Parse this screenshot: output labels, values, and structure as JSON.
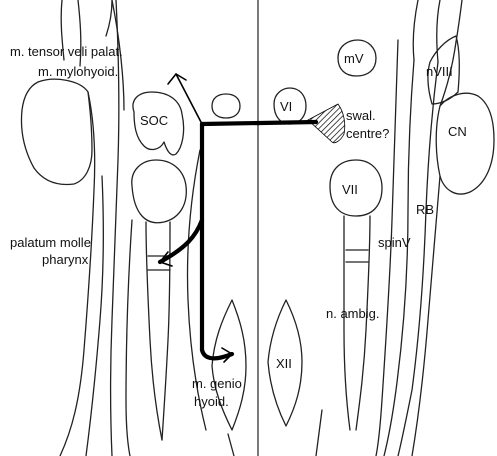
{
  "labels": {
    "m_tensor": "m. tensor veli palat.",
    "m_mylohyoid": "m. mylohyoid.",
    "mv": "mV",
    "nviii": "nVIII",
    "soc": "SOC",
    "vi": "VI",
    "swal_line1": "swal.",
    "swal_line2": "centre?",
    "cn": "CN",
    "vii": "VII",
    "rb": "RB",
    "spinv": "spinV",
    "palatum_line1": "palatum molle",
    "palatum_line2": "pharynx",
    "n_ambig": "n. ambig.",
    "xii": "XII",
    "m_genio_line1": "m. genio",
    "m_genio_line2": "hyoid."
  }
}
